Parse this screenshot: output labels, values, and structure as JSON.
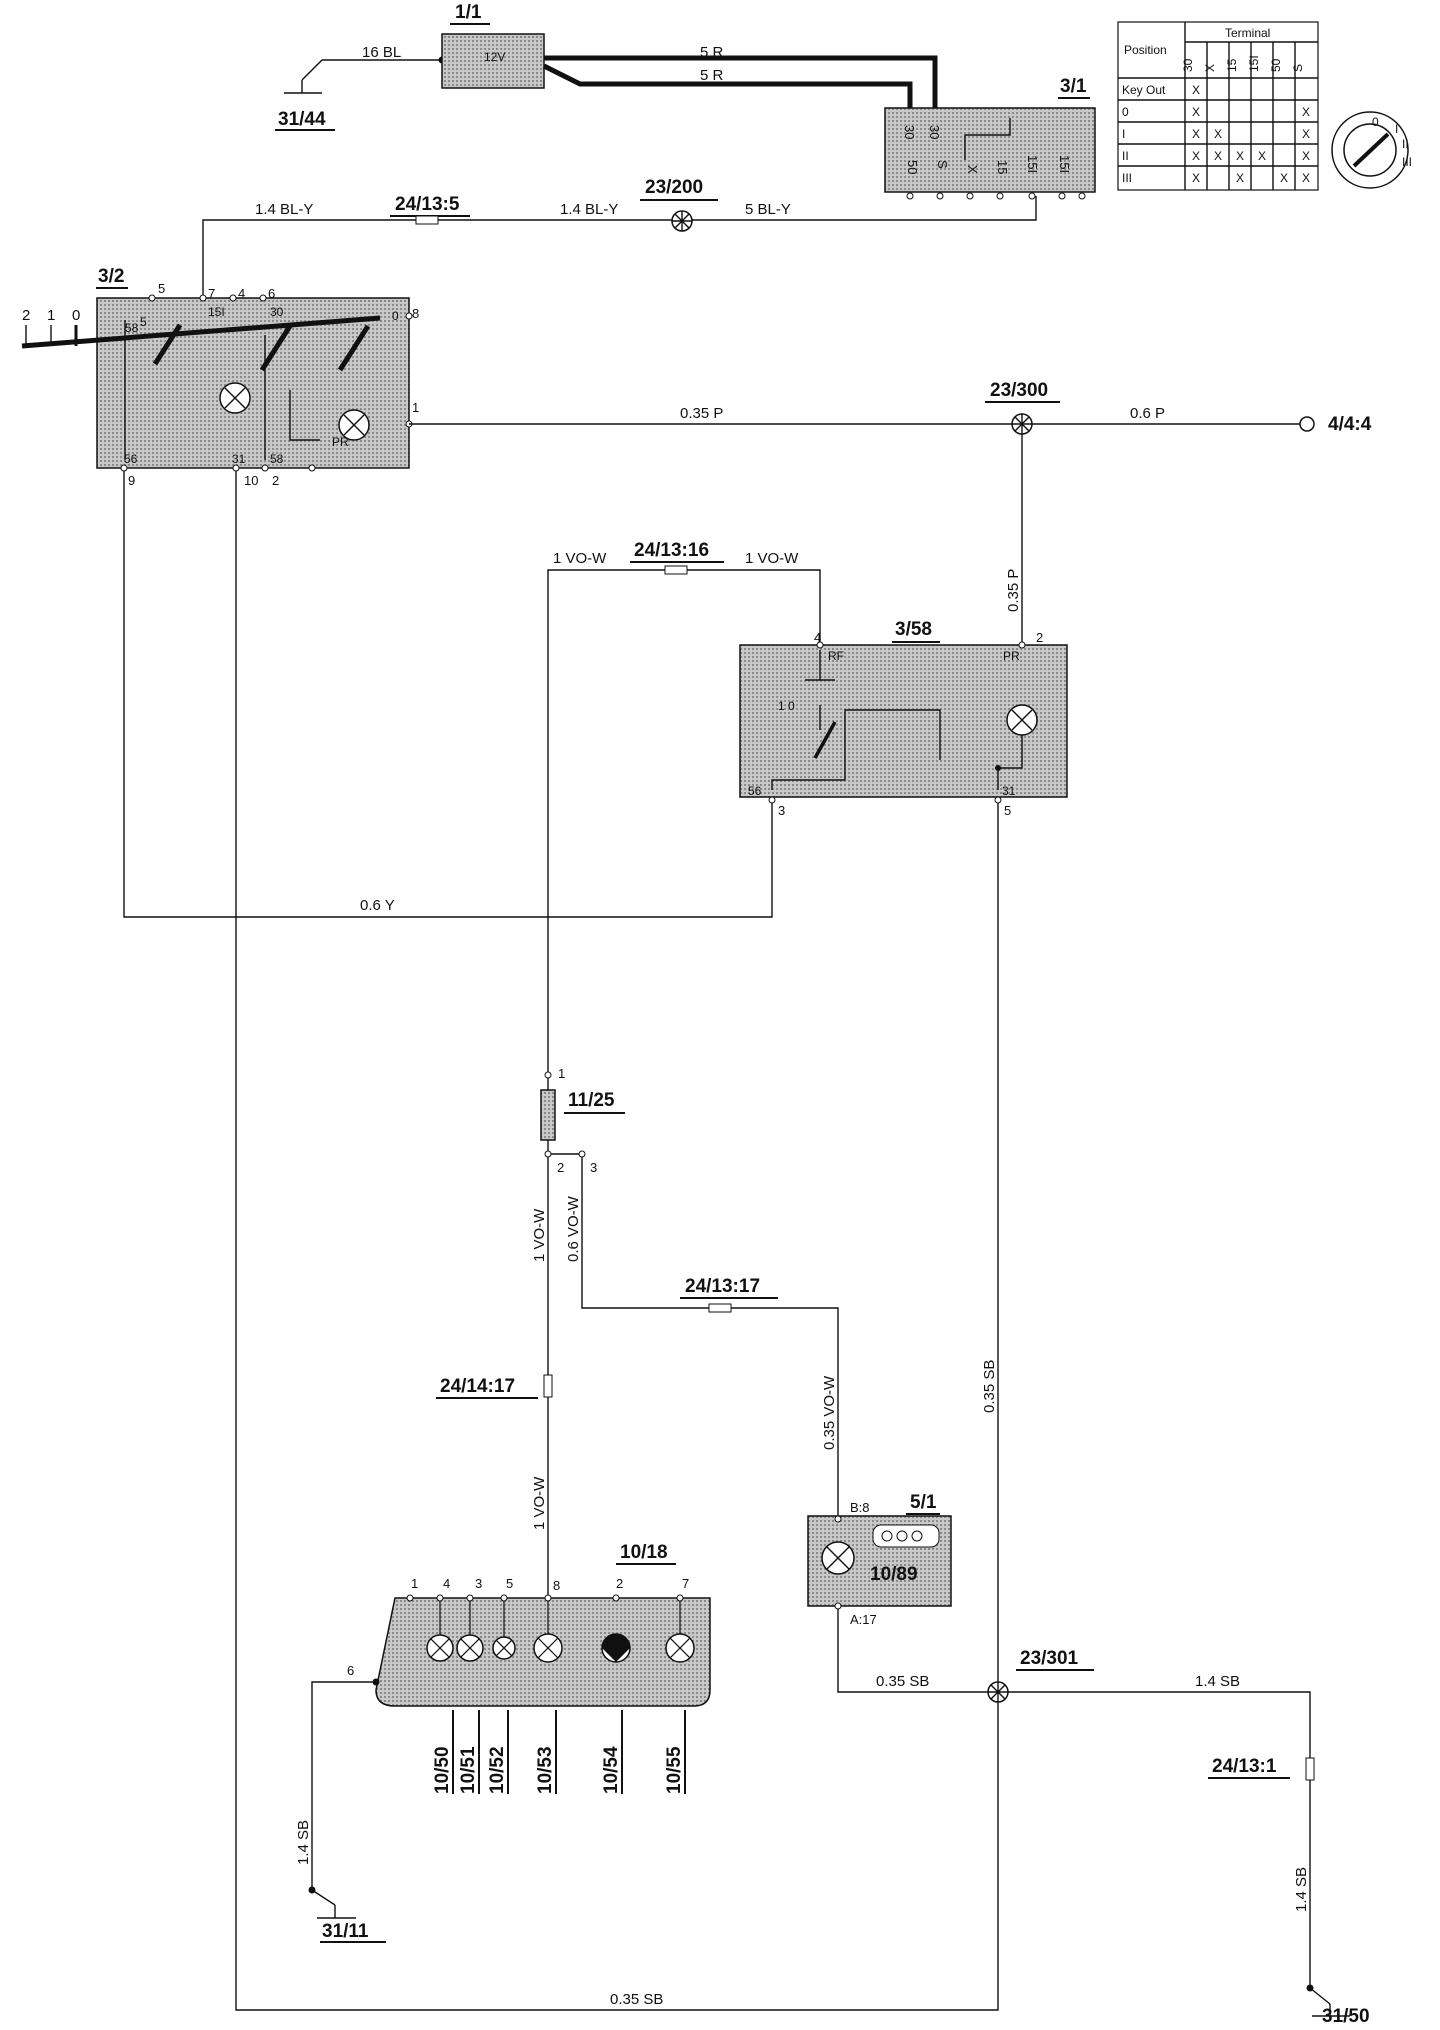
{
  "components": {
    "c1_1": "1/1",
    "c31_44": "31/44",
    "c3_1": "3/1",
    "c23_200": "23/200",
    "c24_13_5": "24/13:5",
    "c3_2": "3/2",
    "c23_300": "23/300",
    "c4_4_4": "4/4:4",
    "c24_13_16": "24/13:16",
    "c3_58": "3/58",
    "c11_25": "11/25",
    "c24_13_17": "24/13:17",
    "c24_14_17": "24/14:17",
    "c5_1": "5/1",
    "c10_89": "10/89",
    "c10_18": "10/18",
    "c23_301": "23/301",
    "c24_13_1": "24/13:1",
    "c31_11": "31/11",
    "c31_50": "31/50",
    "c10_50": "10/50",
    "c10_51": "10/51",
    "c10_52": "10/52",
    "c10_53": "10/53",
    "c10_54": "10/54",
    "c10_55": "10/55"
  },
  "wires": {
    "w16bl": "16 BL",
    "w5r_a": "5 R",
    "w5r_b": "5 R",
    "w14bly_a": "1.4 BL-Y",
    "w14bly_b": "1.4 BL-Y",
    "w5bly": "5 BL-Y",
    "w035p_h": "0.35   P",
    "w06p": "0.6     P",
    "w035p_v": "0.35  P",
    "w1vow_a": "1 VO-W",
    "w1vow_b": "1 VO-W",
    "w06y": "0.6 Y",
    "w1vow_c": "1  VO-W",
    "w06vow": "0.6 VO-W",
    "w035vow": "0.35   VO-W",
    "w1vow_d": "1   VO-W",
    "w035sb_v": "0.35   SB",
    "w035sb_h": "0.35  SB",
    "w14sb_h": "1.4   SB",
    "w14sb_l": "1.4   SB",
    "w14sb_r": "1.4   SB",
    "w035sb_bottom": "0.35 SB"
  },
  "relay_1_1": {
    "label": "12V"
  },
  "switch_3_2": {
    "positions": [
      "2",
      "1",
      "0"
    ],
    "pins_top": [
      "5",
      "7",
      "4",
      "6"
    ],
    "pin_8": "8",
    "pin_1": "1",
    "pins_bottom": [
      "9",
      "10",
      "2"
    ],
    "inner": [
      "58",
      "56",
      "31",
      "58",
      "PR",
      "30",
      "15I",
      "0",
      "5"
    ]
  },
  "ignition_3_1": {
    "pins_top": [
      "30",
      "30"
    ],
    "pins_bottom": [
      "50",
      "S",
      "X",
      "15",
      "15I",
      "15I"
    ],
    "table": {
      "header_position": "Position",
      "header_terminal": "Terminal",
      "columns": [
        "30",
        "X",
        "15",
        "15I",
        "50",
        "S"
      ],
      "rows": [
        {
          "label": "Key Out",
          "marks": [
            "X",
            "",
            "",
            "",
            "",
            ""
          ]
        },
        {
          "label": "0",
          "marks": [
            "X",
            "",
            "",
            "",
            "",
            "X"
          ]
        },
        {
          "label": "I",
          "marks": [
            "X",
            "X",
            "",
            "",
            "",
            "X"
          ]
        },
        {
          "label": "II",
          "marks": [
            "X",
            "X",
            "X",
            "X",
            "",
            "X"
          ]
        },
        {
          "label": "III",
          "marks": [
            "X",
            "",
            "X",
            "",
            "X",
            "X"
          ]
        }
      ]
    },
    "key_positions": [
      "0",
      "I",
      "II",
      "III"
    ]
  },
  "switch_3_58": {
    "pins": [
      "4",
      "2",
      "3",
      "5"
    ],
    "inner": [
      "RF",
      "PR",
      "1 0",
      "56",
      "31"
    ]
  },
  "fuse_11_25": {
    "pins": [
      "1",
      "2",
      "3"
    ]
  },
  "lamp_5_1": {
    "pins": [
      "B:8",
      "A:17"
    ]
  },
  "cluster_10_18": {
    "pins_top": [
      "1",
      "4",
      "3",
      "5",
      "8",
      "2",
      "7"
    ],
    "pin_6": "6"
  }
}
